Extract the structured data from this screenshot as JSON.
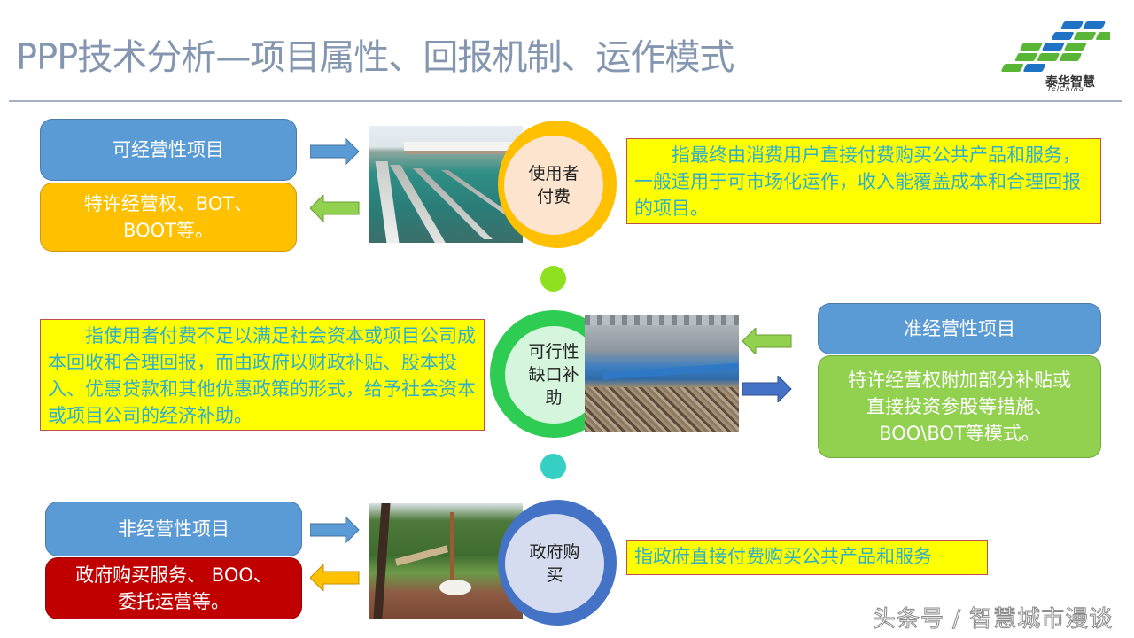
{
  "slide": {
    "title": "PPP技术分析—项目属性、回报机制、运作模式",
    "logo": {
      "name_cn": "泰华智慧",
      "name_en": "TelChina"
    },
    "watermark": "头条号 / 智慧城市漫谈"
  },
  "rows": [
    {
      "project_label": "可经营性项目",
      "modes_label": "特许经营权、BOT、BOOT等。",
      "modes_line1": "特许经营权、BOT、",
      "modes_line2": "BOOT等。",
      "image": "water-treatment-photo",
      "circle_line1": "使用者",
      "circle_line2": "付费",
      "note": "指最终由消费用户直接付费购买公共产品和服务，一般适用于可市场化运作，收入能覆盖成本和合理回报的项目。",
      "colors": {
        "project": "#5b9bd5",
        "modes": "#ffc000",
        "ring": "#ffc000",
        "circle": "#fce4cf"
      }
    },
    {
      "project_label": "准经营性项目",
      "modes_line1": "特许经营权附加部分补贴或",
      "modes_line2": "直接投资参股等措施、",
      "modes_line3": "BOO\\BOT等模式。",
      "image": "waste-plant-photo",
      "circle_line1": "可行性",
      "circle_line2": "缺口补",
      "circle_line3": "助",
      "note": "指使用者付费不足以满足社会资本或项目公司成本回收和合理回报，而由政府以财政补贴、股本投入、优惠贷款和其他优惠政策的形式，给予社会资本或项目公司的经济补助。",
      "colors": {
        "project": "#5b9bd5",
        "modes": "#92d050",
        "ring": "#2ecc52",
        "circle": "#d5f5dc"
      }
    },
    {
      "project_label": "非经营性项目",
      "modes_line1": "政府购买服务、 BOO、",
      "modes_line2": "委托运营等。",
      "image": "garden-photo",
      "circle_line1": "政府购",
      "circle_line2": "买",
      "note": "指政府直接付费购买公共产品和服务",
      "colors": {
        "project": "#5b9bd5",
        "modes": "#c00000",
        "ring": "#4472c4",
        "circle": "#d6dcef"
      }
    }
  ],
  "connectors": {
    "dot1": "#8fe01e",
    "dot2": "#35cfc4"
  }
}
